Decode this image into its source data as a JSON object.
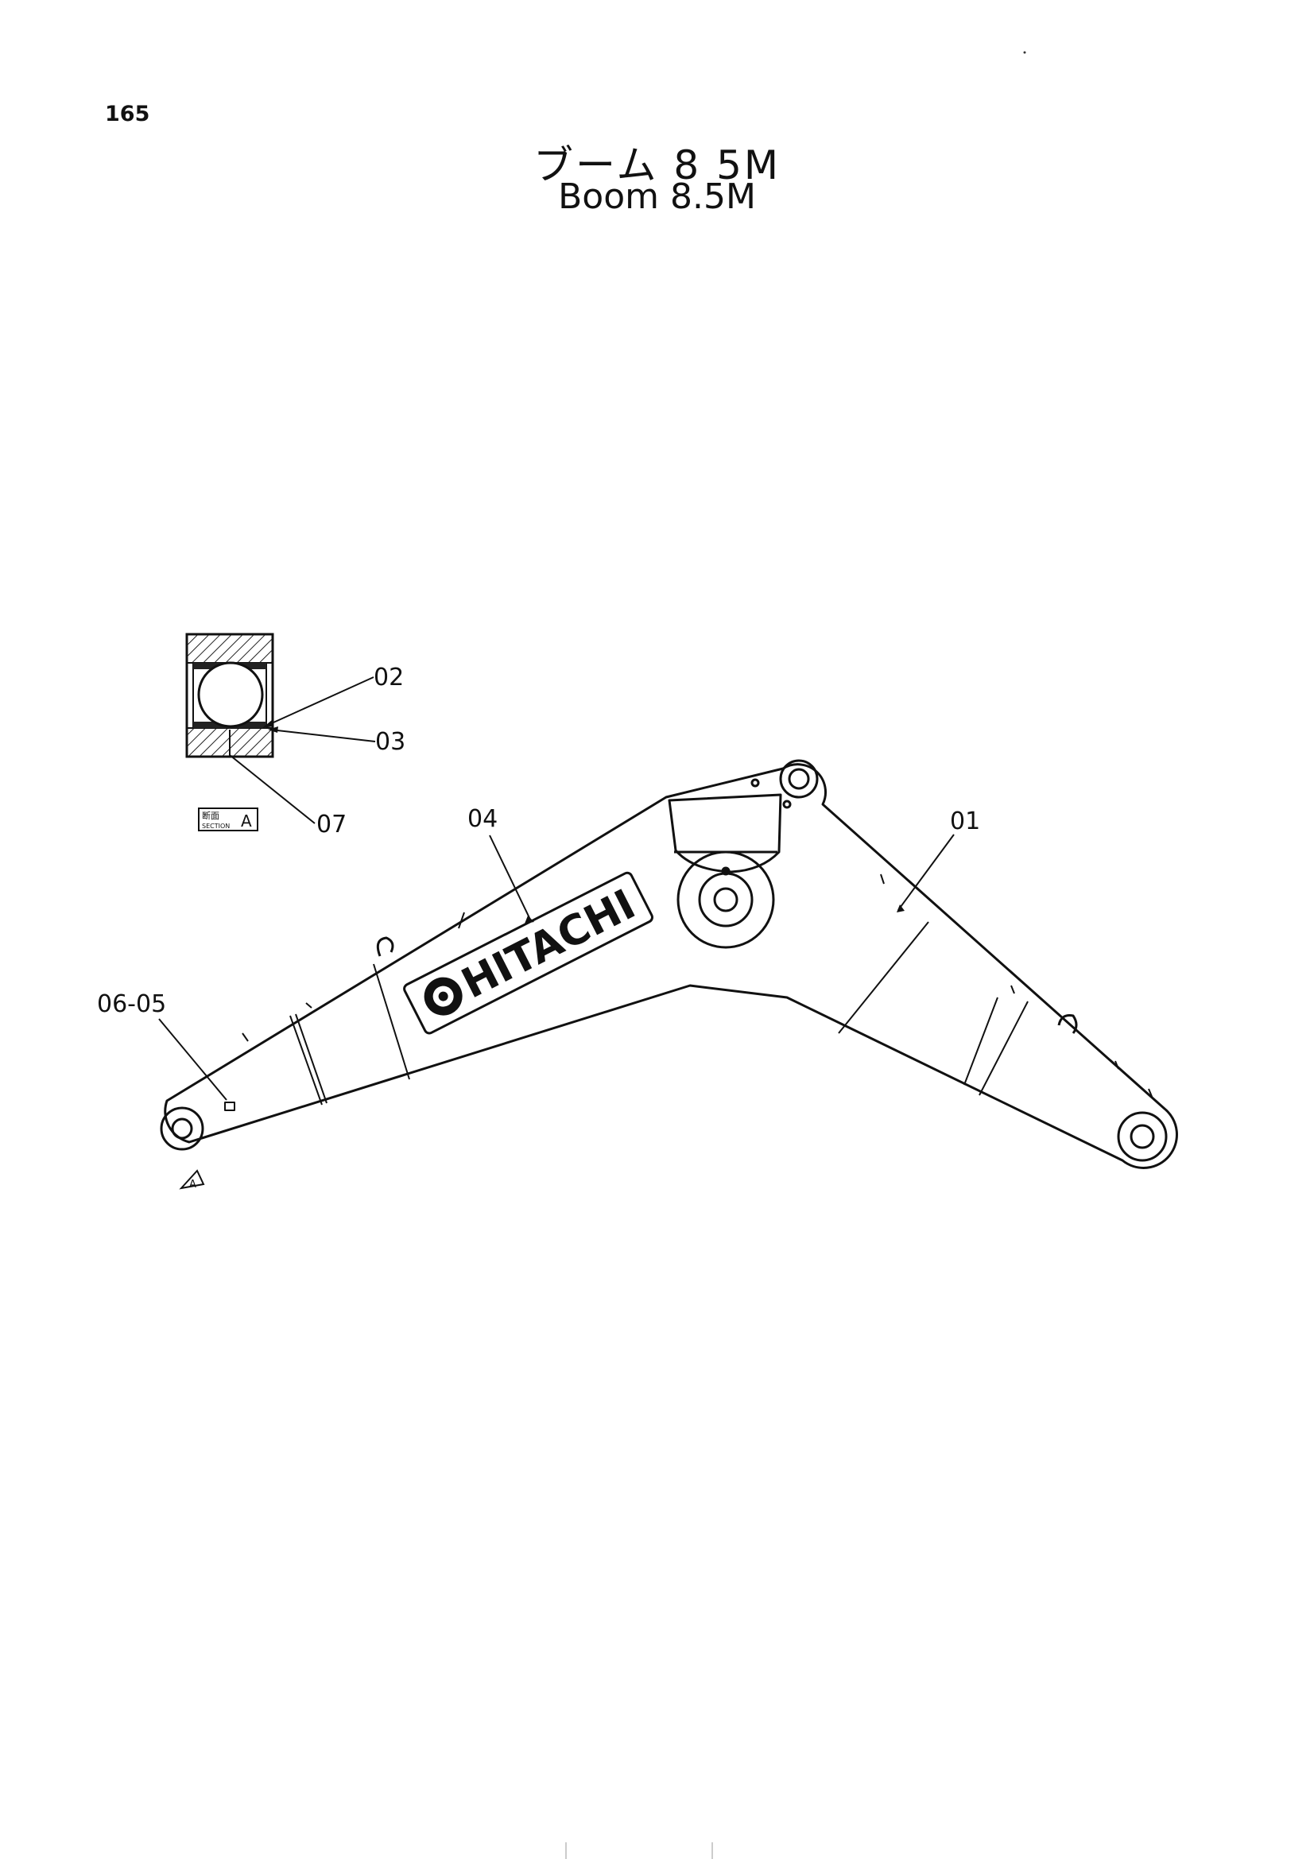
{
  "page": {
    "number": "165",
    "title_jp": "ブーム 8 5M",
    "title_en": "Boom 8.5M"
  },
  "section_label": {
    "jp": "断面",
    "en": "SECTION",
    "letter": "A"
  },
  "logo": {
    "brand": "HITACHI"
  },
  "callouts": {
    "c01": "01",
    "c02": "02",
    "c03": "03",
    "c04": "04",
    "c06_05": "06-05",
    "c07": "07"
  },
  "reference_mark": "A"
}
